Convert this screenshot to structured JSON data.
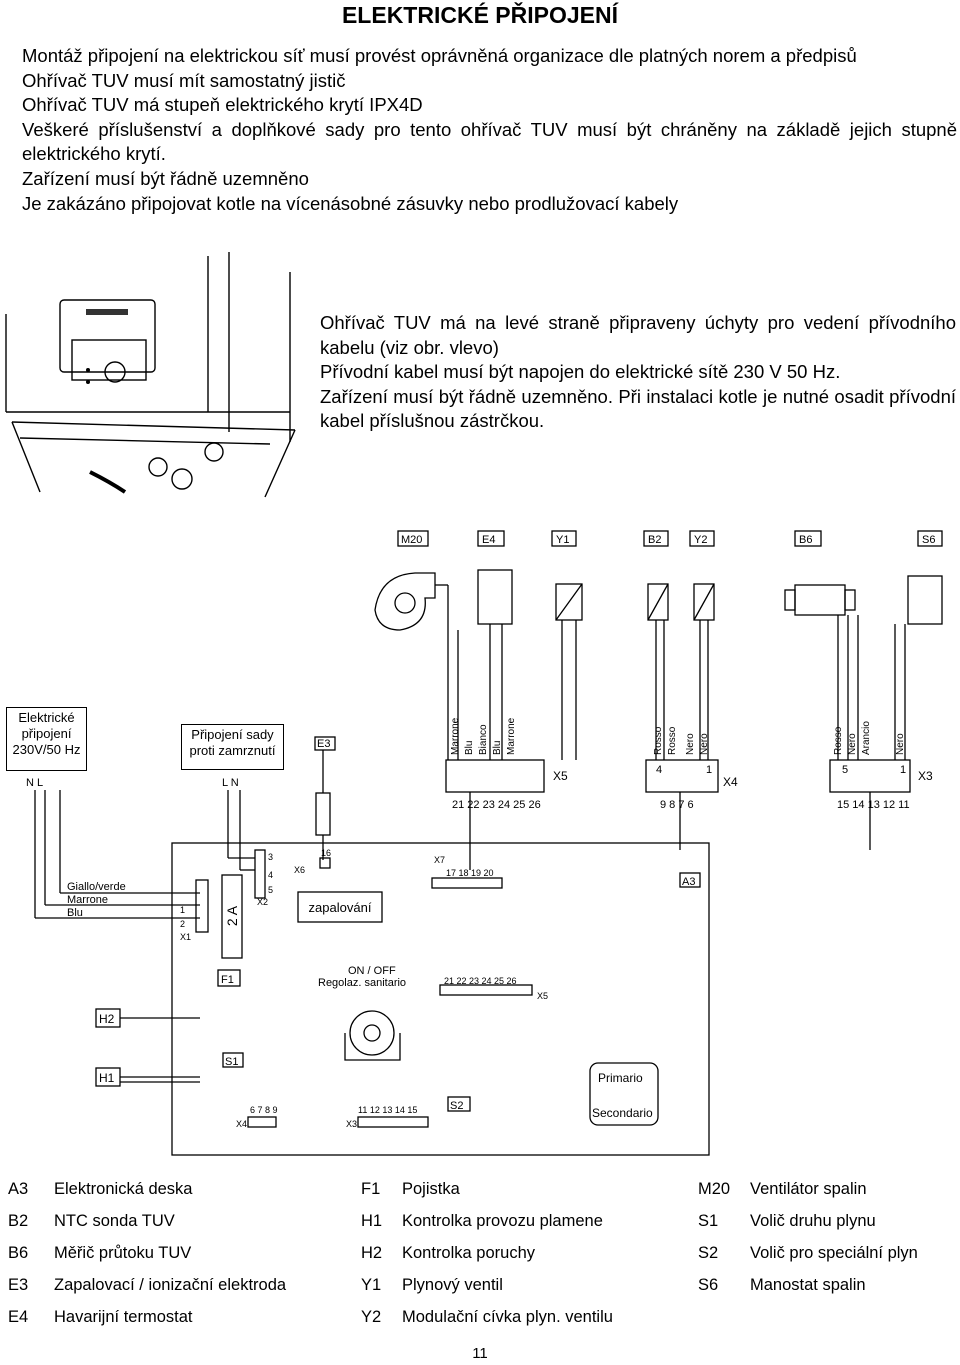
{
  "page": {
    "title": "ELEKTRICKÉ PŘIPOJENÍ",
    "page_number": "11"
  },
  "intro": {
    "line1": "Montáž připojení na elektrickou síť musí provést oprávněná organizace dle platných norem a předpisů",
    "line2": "Ohřívač TUV musí mít samostatný jistič",
    "line3": "Ohřívač TUV má stupeň elektrického krytí IPX4D",
    "line4": "Veškeré příslušenství a doplňkové sady pro tento ohřívač TUV musí být chráněny na základě jejich stupně elektrického krytí.",
    "line5": "Zařízení musí být řádně uzemněno",
    "line6": "Je zakázáno připojovat kotle na vícenásobné zásuvky nebo prodlužovací kabely"
  },
  "side": {
    "p1": "Ohřívač TUV má na levé straně připraveny úchyty pro vedení přívodního kabelu (viz obr. vlevo)",
    "p2": "Přívodní kabel musí být napojen do elektrické sítě 230 V 50 Hz.",
    "p3": "Zařízení musí být řádně uzemněno. Při instalaci kotle je nutné osadit přívodní kabel příslušnou zástrčkou."
  },
  "diagram": {
    "power_box": [
      "Elektrické",
      "připojení",
      "230V/50 Hz"
    ],
    "antifreeze_box": [
      "Připojení sady",
      "proti zamrznutí"
    ],
    "ignition_box": "zapalování",
    "fuse_rating": "2 A",
    "top_components": [
      "M20",
      "E4",
      "Y1",
      "B2",
      "Y2",
      "B6",
      "S6"
    ],
    "wire_colors_x5": [
      "Marrone",
      "Blu",
      "Bianco",
      "Blu",
      "Marrone"
    ],
    "wire_colors_x4": [
      "Rosso",
      "Rosso",
      "Nero",
      "Nero"
    ],
    "wire_colors_x3": [
      "Rosso",
      "Nero",
      "Arancio",
      "Nero"
    ],
    "x5_numbers": "21 22 23 24 25 26",
    "x4_numbers": "9  8  7  6",
    "x3_numbers": "15 14 13 12 11",
    "x4_pins": [
      "4",
      "1"
    ],
    "x3_pins": [
      "5",
      "1"
    ],
    "connector_labels": {
      "x5": "X5",
      "x4": "X4",
      "x3": "X3"
    },
    "mains_labels": "N  L",
    "antifreeze_labels": "L  N",
    "e3": "E3",
    "mains_wires": [
      "Giallo/verde",
      "Marrone",
      "Blu"
    ],
    "board_labels": {
      "x1": "X1",
      "x2": "X2",
      "x6": "X6",
      "x7": "X7",
      "a3": "A3",
      "f1": "F1",
      "h2": "H2",
      "h1": "H1",
      "s1": "S1",
      "s2": "S2",
      "x4b": "X4",
      "x3b": "X3",
      "x5b": "X5"
    },
    "x6_pin": "16",
    "x7_pins": "17  18  19  20",
    "x2_pins": [
      "3",
      "4",
      "5"
    ],
    "x1_pins": [
      "1",
      "2"
    ],
    "on_off": "ON / OFF",
    "regolaz": "Regolaz. sanitario",
    "board_x5_pins": "21 22 23 24 25 26",
    "board_x4_pins": "6  7  8  9",
    "board_x3_pins": "11 12 13 14 15",
    "primario": "Primario",
    "secondario": "Secondario"
  },
  "legend": [
    {
      "code": "A3",
      "desc": "Elektronická deska"
    },
    {
      "code": "B2",
      "desc": "NTC sonda TUV"
    },
    {
      "code": "B6",
      "desc": "Měřič průtoku TUV"
    },
    {
      "code": "E3",
      "desc": "Zapalovací / ionizační elektroda"
    },
    {
      "code": "E4",
      "desc": "Havarijní termostat"
    },
    {
      "code": "F1",
      "desc": "Pojistka"
    },
    {
      "code": "H1",
      "desc": "Kontrolka provozu plamene"
    },
    {
      "code": "H2",
      "desc": "Kontrolka poruchy"
    },
    {
      "code": "Y1",
      "desc": "Plynový ventil"
    },
    {
      "code": "Y2",
      "desc": "Modulační cívka plyn. ventilu"
    },
    {
      "code": "M20",
      "desc": "Ventilátor spalin"
    },
    {
      "code": "S1",
      "desc": "Volič druhu plynu"
    },
    {
      "code": "S2",
      "desc": "Volič pro speciální plyn"
    },
    {
      "code": "S6",
      "desc": "Manostat spalin"
    }
  ]
}
